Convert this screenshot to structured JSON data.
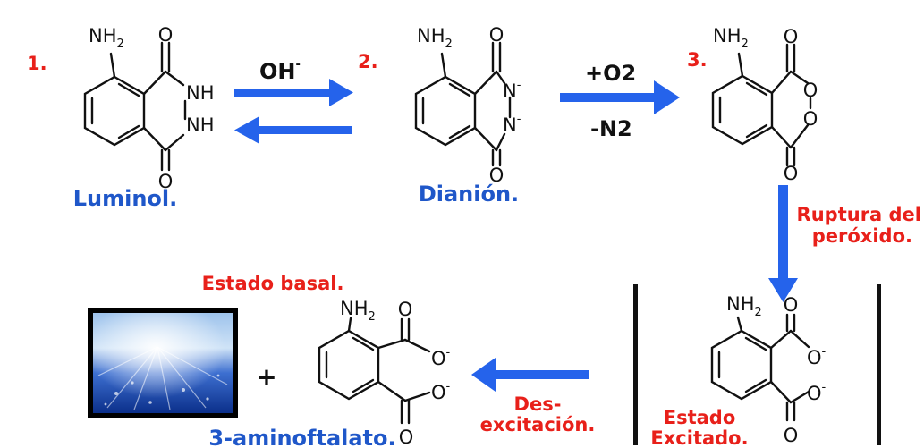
{
  "colors": {
    "arrow": "#2563eb",
    "number": "#e8201a",
    "caption_blue": "#1f57c9",
    "bond": "#111111"
  },
  "steps": [
    {
      "number": "1.",
      "name": "Luminol."
    },
    {
      "number": "2.",
      "name": "Dianión."
    },
    {
      "number": "3.",
      "name": ""
    }
  ],
  "atoms": {
    "amine": "NH",
    "amine_sub": "2",
    "oxygen": "O",
    "nh": "NH",
    "nitrogen": "N",
    "minus": "-"
  },
  "arrows": {
    "base": "OH",
    "base_charge": "-",
    "oxygen_in": "+O2",
    "nitrogen_out": "-N2",
    "peroxide_rupture_line1": "Ruptura del",
    "peroxide_rupture_line2": "peróxido.",
    "deexcitation_line1": "Des-",
    "deexcitation_line2": "excitación."
  },
  "states": {
    "ground": "Estado basal.",
    "excited_line1": "Estado",
    "excited_line2": "Excitado."
  },
  "product": {
    "name": "3-aminoftalato.",
    "plus": "+",
    "light_icon": "blue-light-emission-photo-icon"
  }
}
